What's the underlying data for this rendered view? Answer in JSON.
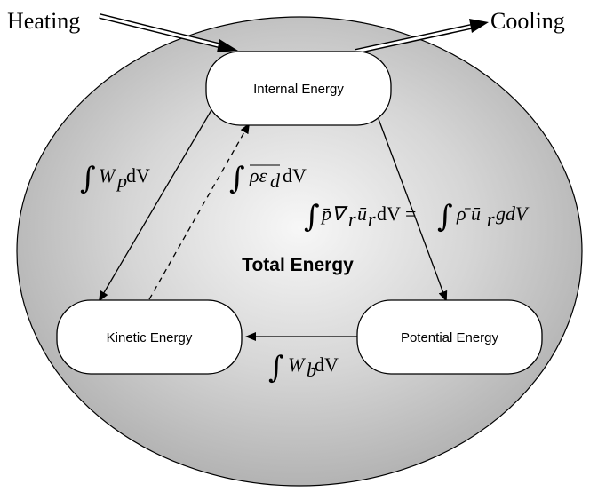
{
  "diagram": {
    "center_label": "Total Energy",
    "external": {
      "heating": "Heating",
      "cooling": "Cooling"
    },
    "nodes": {
      "internal": "Internal Energy",
      "kinetic": "Kinetic Energy",
      "potential": "Potential Energy"
    },
    "edges": {
      "internal_to_kinetic": {
        "integral": "∫",
        "body": "W",
        "sub": "p",
        "tail": "dV"
      },
      "kinetic_to_internal": {
        "integral": "∫",
        "body": "ρε",
        "sub": "d",
        "tail": "dV"
      },
      "internal_to_potential": {
        "integral1": "∫",
        "left": "p̄∇",
        "sub1": "r",
        "mid": "ū",
        "sub2": "r",
        "mid2": "dV =",
        "integral2": "∫",
        "right": "ρ̄ ū",
        "sub3": "r",
        "tail": "gdV"
      },
      "potential_to_kinetic": {
        "integral": "∫",
        "body": "W",
        "sub": "b",
        "tail": "dV"
      }
    }
  }
}
